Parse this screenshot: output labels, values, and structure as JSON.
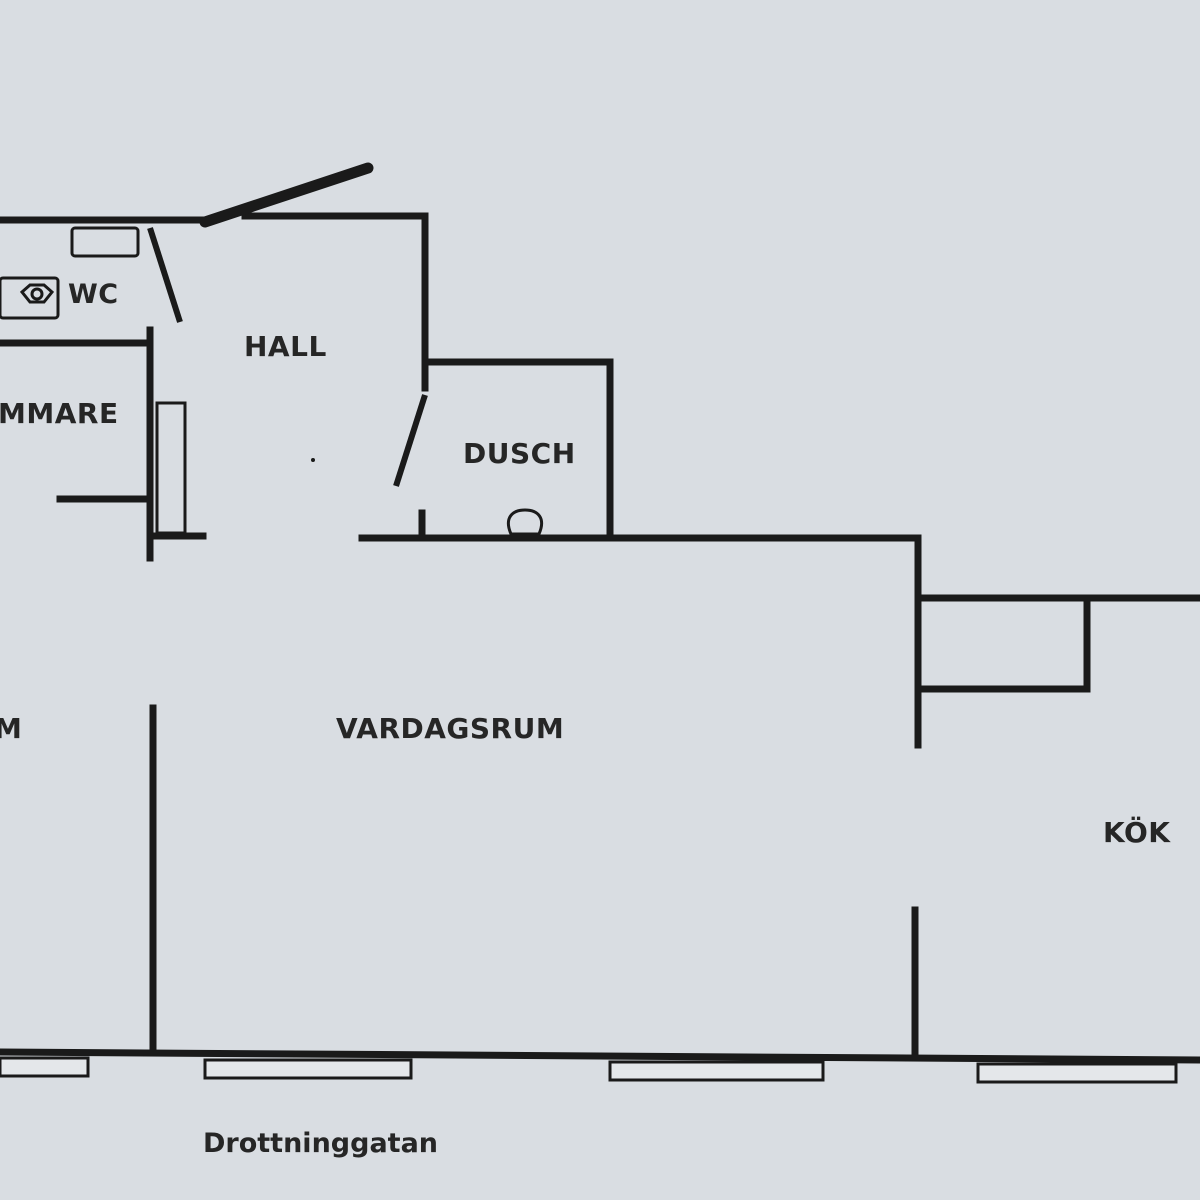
{
  "floor_plan": {
    "rooms": {
      "wc": "WC",
      "hall": "HALL",
      "sovkammare_partial": "MMARE",
      "dusch": "DUSCH",
      "left_room_partial": "M",
      "vardagsrum": "VARDAGSRUM",
      "kok": "KÖK"
    },
    "street": "Drottninggatan",
    "colors": {
      "paper": "#d9dde2",
      "ink": "#1a1a1a"
    }
  }
}
